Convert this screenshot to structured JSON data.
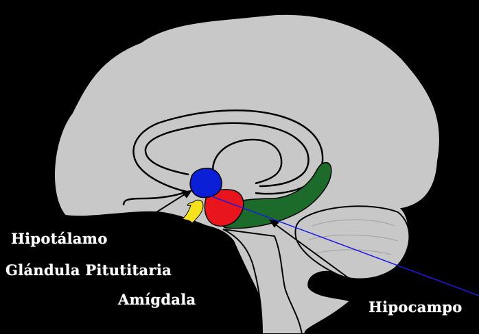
{
  "labels": {
    "hipotalamo": "Hipotálamo",
    "pituitaria": "Glándula Pitutitaria",
    "amigdala": "Amígdala",
    "hipocampo": "Hipocampo"
  },
  "colors": {
    "background": "#000000",
    "brain": "#c8c8c8",
    "outline": "#000000",
    "hypothalamus": "#0b1fd6",
    "pituitary": "#f5e11c",
    "amygdala": "#e8151d",
    "hippocampus": "#1c6b2b",
    "pointer_line": "#1a1ae0",
    "label_text": "#ffffff"
  }
}
